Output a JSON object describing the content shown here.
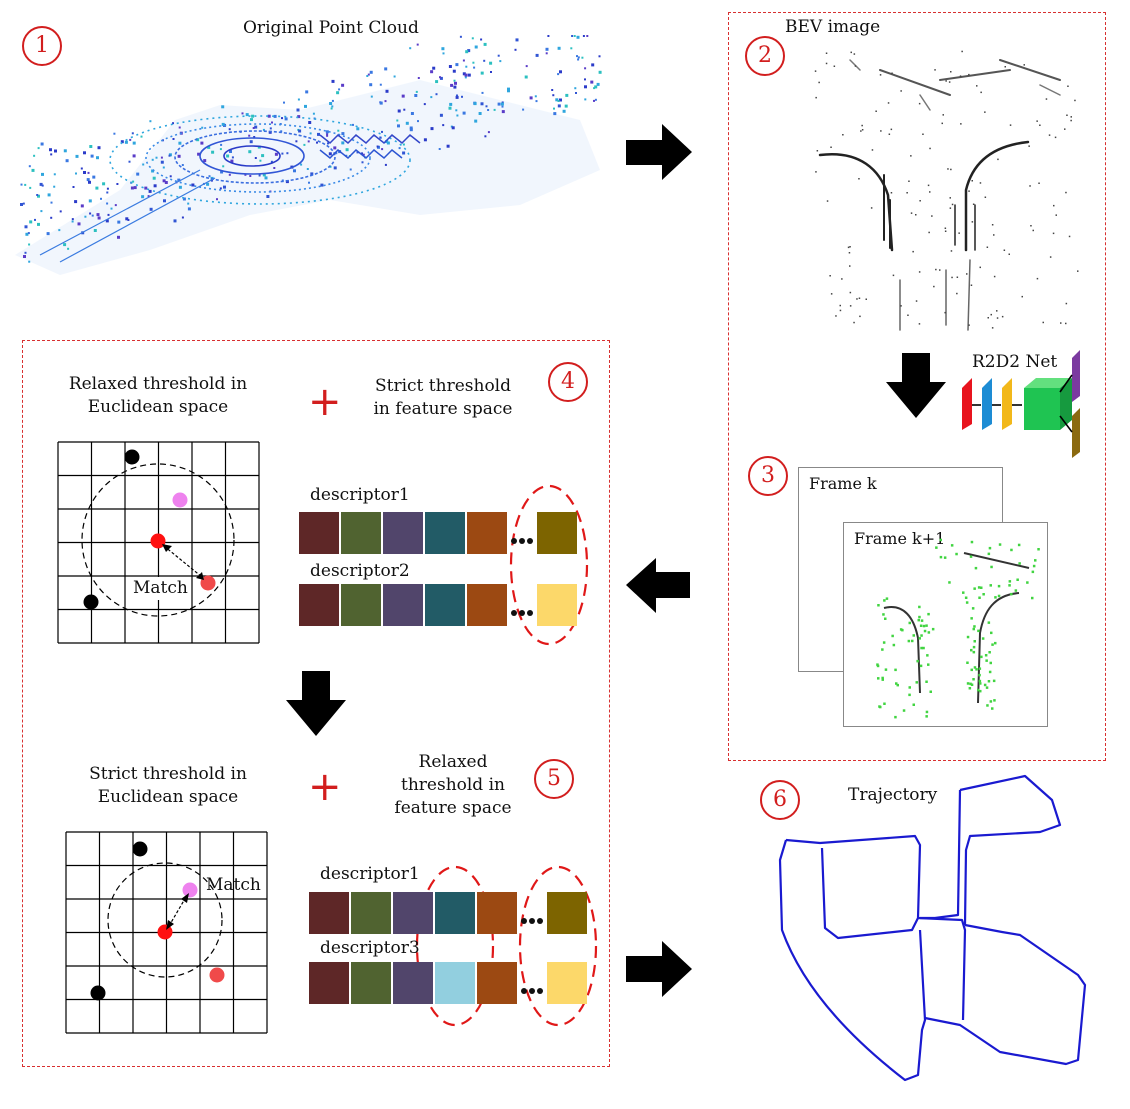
{
  "labels": {
    "original_point_cloud": "Original Point Cloud",
    "bev_image": "BEV image",
    "r2d2_net": "R2D2 Net",
    "frame_k": "Frame k",
    "frame_k1": "Frame k+1",
    "relaxed_euclid": [
      "Relaxed threshold in",
      "Euclidean space"
    ],
    "strict_feature": [
      "Strict threshold",
      "in feature space"
    ],
    "strict_euclid": [
      "Strict threshold in",
      "Euclidean space"
    ],
    "relaxed_feature": [
      "Relaxed",
      "threshold in",
      "feature space"
    ],
    "descriptor1_a": "descriptor1",
    "descriptor2": "descriptor2",
    "descriptor1_b": "descriptor1",
    "descriptor3": "descriptor3",
    "match_a": "Match",
    "match_b": "Match",
    "trajectory": "Trajectory",
    "plus_a": "+",
    "plus_b": "+"
  },
  "steps": [
    "1",
    "2",
    "3",
    "4",
    "5",
    "6"
  ],
  "colors": {
    "accent_red": "#d21e1e",
    "descriptor_cells": [
      "#5e2727",
      "#506330",
      "#51456b",
      "#225b66",
      "#9c4912"
    ],
    "descriptor1_last": "#7d6400",
    "descriptor2_last": "#fcd86a",
    "descriptor3_highlight": "#92cfdf",
    "trajectory": "#1a1ad0",
    "network_blocks": [
      "#e8141e",
      "#1d8cd4",
      "#f2b81a",
      "#1fc452",
      "#7b3aa0",
      "#8b6a10"
    ]
  }
}
